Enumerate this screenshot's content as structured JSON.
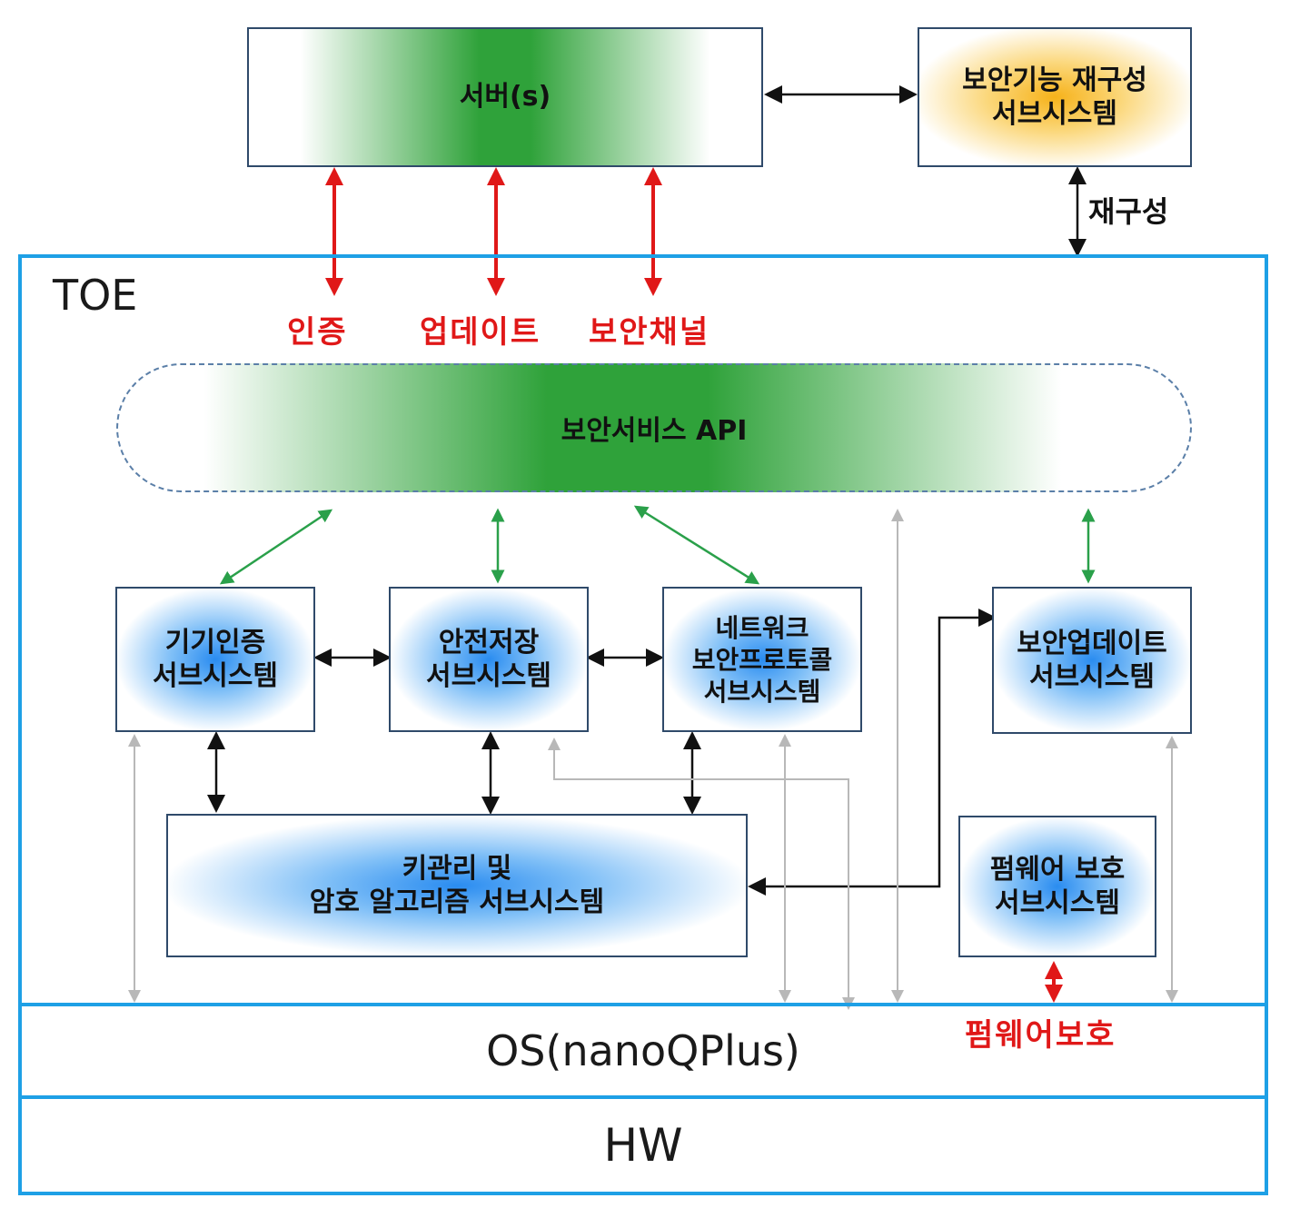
{
  "server": "서버(s)",
  "reconfig_subsystem": "보안기능 재구성\n서브시스템",
  "reconfig_label": "재구성",
  "toe_label": "TOE",
  "red_labels": [
    "인증",
    "업데이트",
    "보안채널"
  ],
  "api": "보안서비스 API",
  "subsystems": {
    "device_auth": "기기인증\n서브시스템",
    "secure_storage": "안전저장\n서브시스템",
    "network": "네트워크\n보안프로토콜\n서브시스템",
    "secure_update": "보안업데이트\n서브시스템",
    "key_mgmt": "키관리 및\n암호 알고리즘 서브시스템",
    "firmware": "펌웨어 보호\n서브시스템"
  },
  "firmware_label": "펌웨어보호",
  "os_label": "OS(nanoQPlus)",
  "hw_label": "HW",
  "colors": {
    "toe_border": "#1ea0e6",
    "red_arrow": "#e01818",
    "green_arrow": "#2aa04a",
    "gray_arrow": "#b8b8b8"
  }
}
